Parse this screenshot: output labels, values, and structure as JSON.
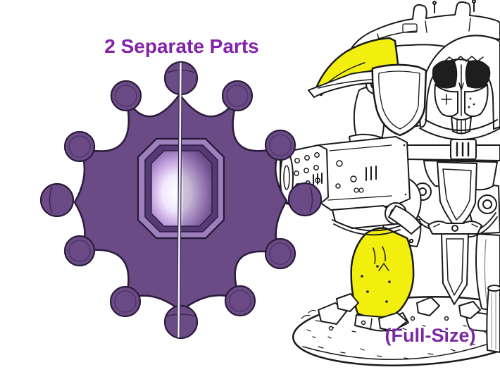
{
  "scene": {
    "background": "#ffffff",
    "title": {
      "text": "2 Separate Parts",
      "color": "#8222a8"
    },
    "size_note": {
      "text": "(Full-Size)",
      "color": "#7b28a4"
    },
    "cross_render": {
      "name": "two-part-occitan-cross-3d-render",
      "body_color": "#6a4b85",
      "edge_color": "#2c1b3d",
      "gem_frame_color": "#9e7fbe",
      "gem_glow_color": "#ffffff",
      "split_line_color": "#f2f0f6"
    },
    "knight_sketch": {
      "name": "imperial-knight-line-art",
      "ink_color": "#1a1a1a",
      "highlight_color": "#f2ee0e",
      "highlighted_parts": [
        "shoulder-horn-pauldron",
        "shin-guard"
      ]
    }
  }
}
